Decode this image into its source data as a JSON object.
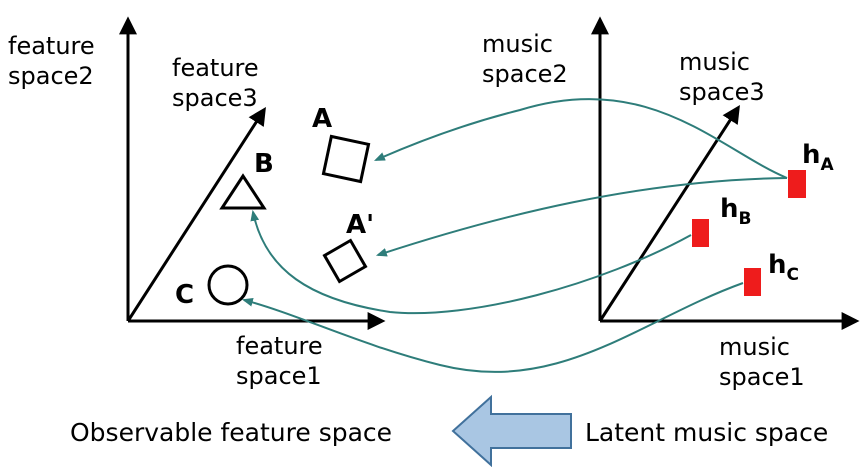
{
  "feature_axes": {
    "y_line1": "feature",
    "y_line2": "space2",
    "z_line1": "feature",
    "z_line2": "space3",
    "x_line1": "feature",
    "x_line2": "space1"
  },
  "music_axes": {
    "y_line1": "music",
    "y_line2": "space2",
    "z_line1": "music",
    "z_line2": "space3",
    "x_line1": "music",
    "x_line2": "space1"
  },
  "feature_shapes": {
    "a": "A",
    "a_prime": "A'",
    "b": "B",
    "c": "C"
  },
  "music_points": {
    "a_base": "h",
    "a_sub": "A",
    "b_base": "h",
    "b_sub": "B",
    "c_base": "h",
    "c_sub": "C"
  },
  "captions": {
    "left": "Observable feature space",
    "right": "Latent music space"
  },
  "colors": {
    "axis": "#000000",
    "mapping_curve": "#2e7d7a",
    "latent_point": "#ee1c1c",
    "arrow_fill": "#a9c6e3",
    "arrow_stroke": "#41719c"
  }
}
